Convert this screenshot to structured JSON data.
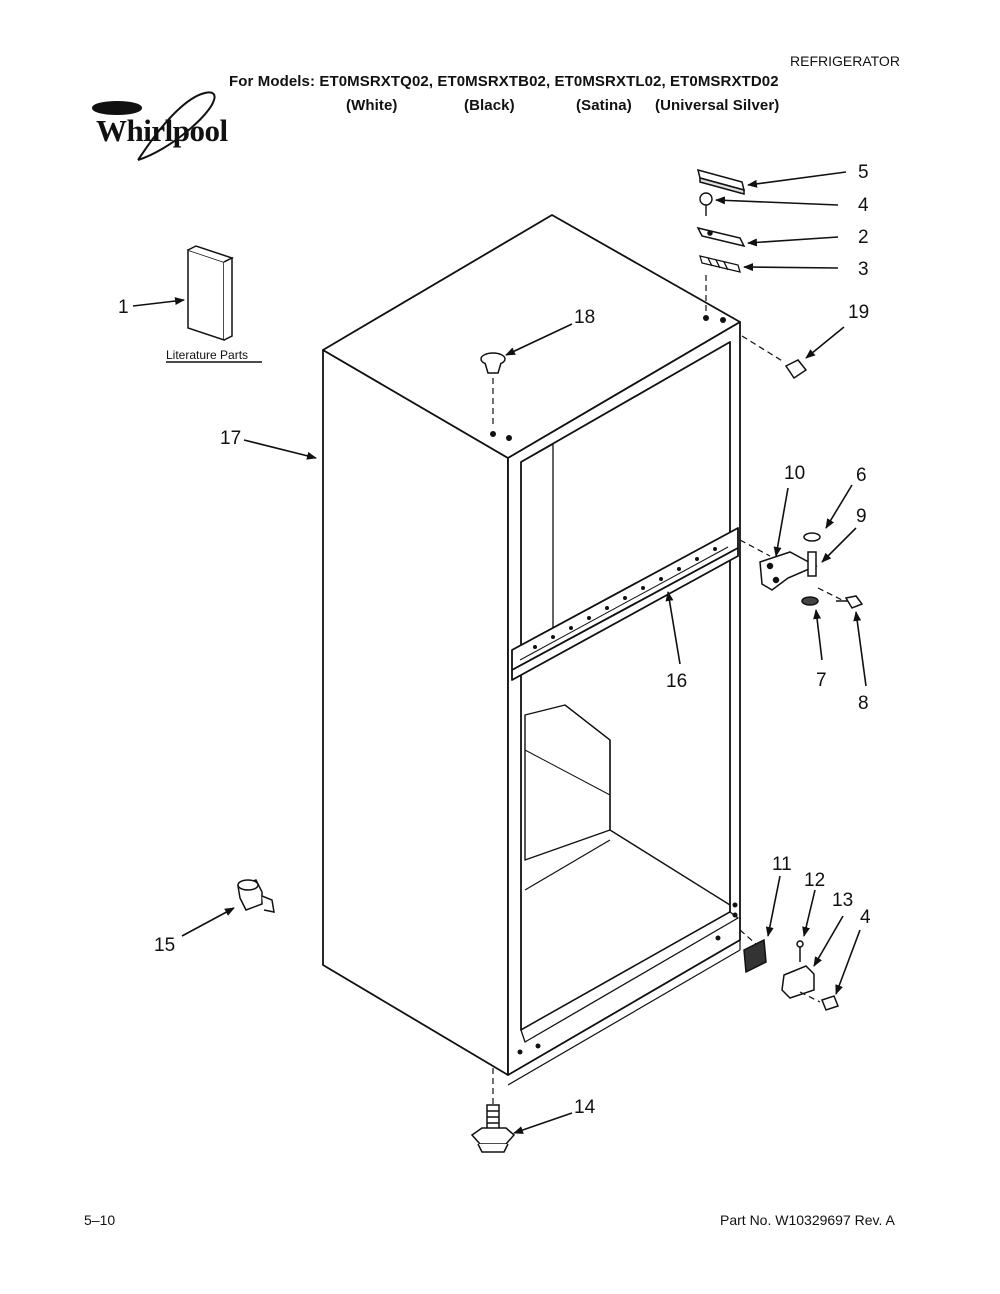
{
  "header": {
    "category": "REFRIGERATOR",
    "models_line": "For Models: ET0MSRXTQ02, ET0MSRXTB02, ET0MSRXTL02, ET0MSRXTD02",
    "colors": [
      "(White)",
      "(Black)",
      "(Satina)",
      "(Universal Silver)"
    ],
    "brand": "Whirlpool"
  },
  "diagram": {
    "literature_label": "Literature Parts",
    "callouts": [
      "1",
      "2",
      "3",
      "4",
      "5",
      "6",
      "7",
      "8",
      "9",
      "10",
      "11",
      "12",
      "13",
      "4",
      "14",
      "15",
      "16",
      "17",
      "18",
      "19"
    ]
  },
  "footer": {
    "date": "5–10",
    "part_number": "Part No. W10329697 Rev. A"
  }
}
